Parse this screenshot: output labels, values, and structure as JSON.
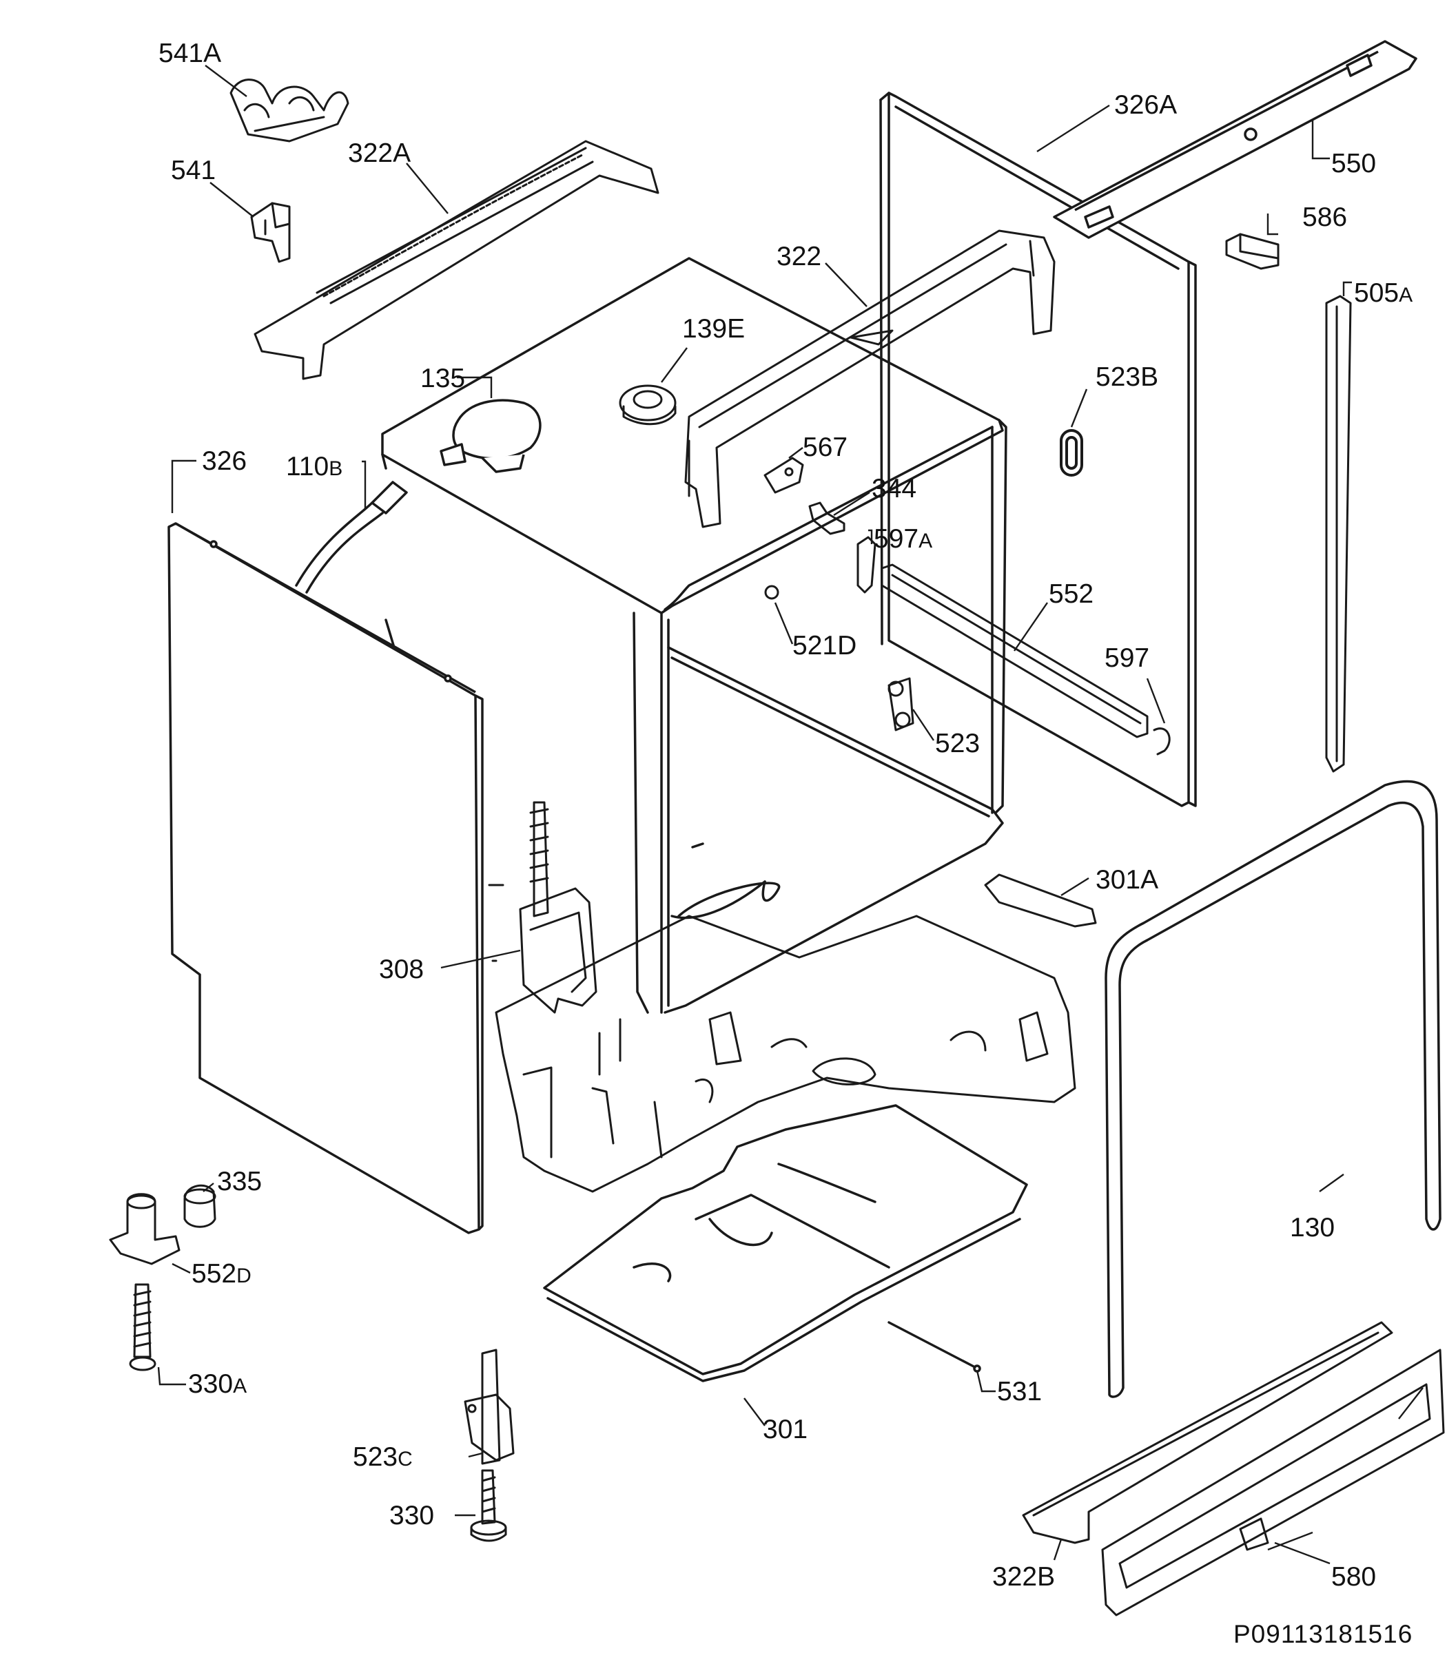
{
  "labels": [
    {
      "id": "541A",
      "text": "541A",
      "suffix": ""
    },
    {
      "id": "322A",
      "text": "322A",
      "suffix": ""
    },
    {
      "id": "541",
      "text": "541",
      "suffix": ""
    },
    {
      "id": "326A",
      "text": "326A",
      "suffix": ""
    },
    {
      "id": "550",
      "text": "550",
      "suffix": ""
    },
    {
      "id": "586",
      "text": "586",
      "suffix": ""
    },
    {
      "id": "505A",
      "text": "505",
      "suffix": "A"
    },
    {
      "id": "322",
      "text": "322",
      "suffix": ""
    },
    {
      "id": "139E",
      "text": "139E",
      "suffix": ""
    },
    {
      "id": "135",
      "text": "135",
      "suffix": ""
    },
    {
      "id": "523B",
      "text": "523B",
      "suffix": ""
    },
    {
      "id": "326",
      "text": "326",
      "suffix": ""
    },
    {
      "id": "110B",
      "text": "110",
      "suffix": "B"
    },
    {
      "id": "567",
      "text": "567",
      "suffix": ""
    },
    {
      "id": "344",
      "text": "344",
      "suffix": ""
    },
    {
      "id": "597A",
      "text": "597",
      "suffix": "A"
    },
    {
      "id": "552",
      "text": "552",
      "suffix": ""
    },
    {
      "id": "521D",
      "text": "521D",
      "suffix": ""
    },
    {
      "id": "597",
      "text": "597",
      "suffix": ""
    },
    {
      "id": "523",
      "text": "523",
      "suffix": ""
    },
    {
      "id": "301A",
      "text": "301A",
      "suffix": ""
    },
    {
      "id": "308",
      "text": "308",
      "suffix": ""
    },
    {
      "id": "335",
      "text": "335",
      "suffix": ""
    },
    {
      "id": "130",
      "text": "130",
      "suffix": ""
    },
    {
      "id": "552D",
      "text": "552",
      "suffix": "D"
    },
    {
      "id": "330A",
      "text": "330",
      "suffix": "A"
    },
    {
      "id": "531",
      "text": "531",
      "suffix": ""
    },
    {
      "id": "301",
      "text": "301",
      "suffix": ""
    },
    {
      "id": "523C",
      "text": "523",
      "suffix": "C"
    },
    {
      "id": "330",
      "text": "330",
      "suffix": ""
    },
    {
      "id": "322B",
      "text": "322B",
      "suffix": ""
    },
    {
      "id": "580",
      "text": "580",
      "suffix": ""
    }
  ],
  "reference_code": "P09113181516"
}
